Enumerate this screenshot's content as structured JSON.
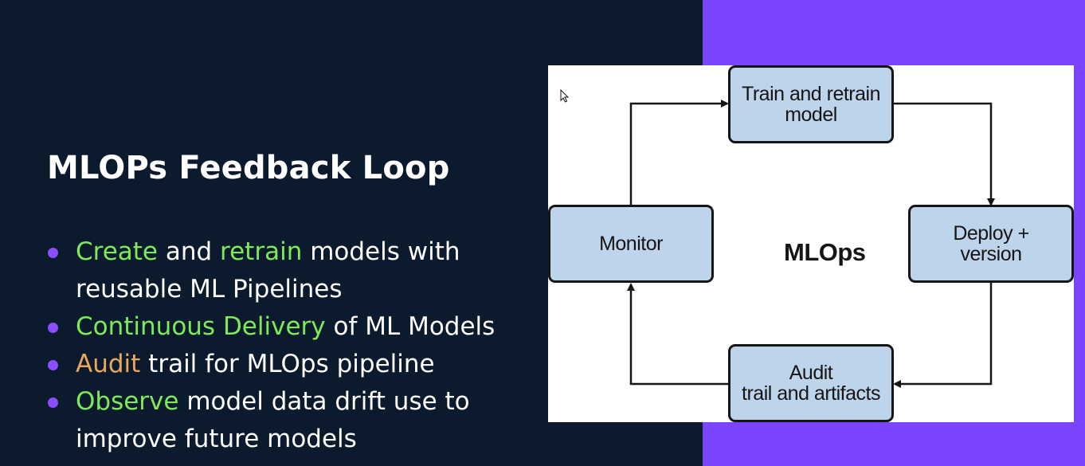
{
  "slide": {
    "title": "MLOPs Feedback Loop",
    "bullets": [
      {
        "highlight1": "Create",
        "text1": " and ",
        "highlight2": "retrain",
        "text2": " models with reusable ML Pipelines"
      },
      {
        "highlight1": "Continuous Delivery",
        "text1": " of ML Models"
      },
      {
        "highlight1": "Audit",
        "text1": " trail for MLOps pipeline"
      },
      {
        "highlight1": "Observe",
        "text1": " model data drift use to improve future models"
      }
    ]
  },
  "diagram": {
    "center_label": "MLOps",
    "nodes": {
      "train": "Train and retrain\nmodel",
      "deploy": "Deploy +\nversion",
      "audit": "Audit\ntrail and artifacts",
      "monitor": "Monitor"
    }
  },
  "colors": {
    "background": "#0c1a2e",
    "accent_panel": "#7b45ff",
    "highlight_green": "#7cea5a",
    "highlight_orange": "#eaa85a",
    "bullet_dot": "#8a4dff",
    "node_fill": "#bdd4ea"
  }
}
